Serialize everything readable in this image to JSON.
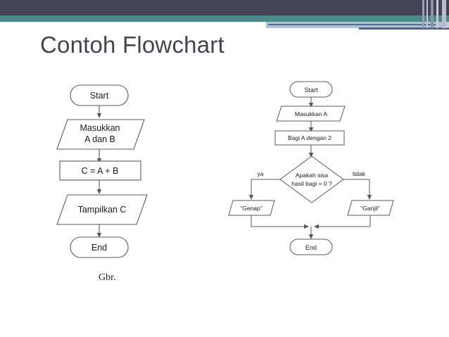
{
  "slide": {
    "title": "Contoh Flowchart",
    "caption": "Gbr.",
    "background_color": "#ffffff",
    "title_color": "#44444f"
  },
  "decoration": {
    "dark_band_color": "#434257",
    "teal_band_color": "#4a8a89",
    "light_blue_band_color": "#b6ccd6",
    "navy_line_color": "#5a6a95"
  },
  "flowcharts": [
    {
      "id": "flowchart-penjumlahan",
      "nodes": [
        {
          "id": "l-start",
          "shape": "terminator",
          "text": "Start"
        },
        {
          "id": "l-input",
          "shape": "parallelogram",
          "line1": "Masukkan",
          "line2": "A dan B"
        },
        {
          "id": "l-process",
          "shape": "rectangle",
          "text": "C = A + B"
        },
        {
          "id": "l-output",
          "shape": "parallelogram",
          "text": "Tampilkan C"
        },
        {
          "id": "l-end",
          "shape": "terminator",
          "text": "End"
        }
      ],
      "edge_labels": []
    },
    {
      "id": "flowchart-ganjil-genap",
      "nodes": [
        {
          "id": "r-start",
          "shape": "terminator",
          "text": "Start"
        },
        {
          "id": "r-input",
          "shape": "parallelogram",
          "text": "Masukkan A"
        },
        {
          "id": "r-process",
          "shape": "rectangle",
          "text": "Bagi A dengan 2"
        },
        {
          "id": "r-decision",
          "shape": "diamond",
          "line1": "Apakah sisa",
          "line2": "hasil bagi = 0 ?"
        },
        {
          "id": "r-genap",
          "shape": "parallelogram",
          "text": "“Genap”"
        },
        {
          "id": "r-ganjil",
          "shape": "parallelogram",
          "text": "“Ganjil”"
        },
        {
          "id": "r-end",
          "shape": "terminator",
          "text": "End"
        }
      ],
      "edge_labels": [
        {
          "id": "label-ya",
          "text": "ya"
        },
        {
          "id": "label-tidak",
          "text": "tidak"
        }
      ]
    }
  ],
  "style": {
    "node_stroke": "#595959",
    "node_fill": "#ffffff",
    "connector_color": "#595959"
  }
}
